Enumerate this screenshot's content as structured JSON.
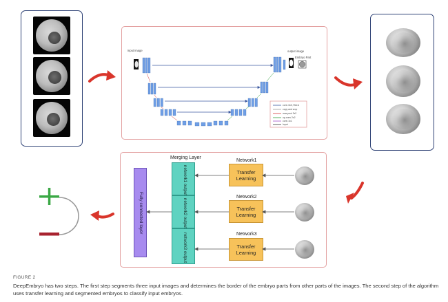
{
  "figure": {
    "label": "FIGURE 2",
    "caption": "DeepEmbryo has two steps. The first step segments three input images and determines the border of the embryo parts from other parts of the images. The second step of the algorithm uses transfer learning and segmented embryos to classify input embryos."
  },
  "unet": {
    "input_label": "input image",
    "output_label": "output image",
    "embryo_part_label": "Embryo Part",
    "legend": [
      "conv 3x3, ReLU",
      "copy and crop",
      "max pool 2x2",
      "up-conv 2x2",
      "conv 1x1",
      "Input"
    ]
  },
  "classifier": {
    "merging_layer_label": "Merging Layer",
    "networks": [
      {
        "name": "Network1",
        "box": "Transfer Learning",
        "merge_text": "network1 output"
      },
      {
        "name": "Network2",
        "box": "Transfer Learning",
        "merge_text": "network2 output"
      },
      {
        "name": "Network3",
        "box": "Transfer Learning",
        "merge_text": "network3 output"
      }
    ],
    "fc_label": "Fully connected layer"
  },
  "result": {
    "positive_symbol": "+",
    "negative_symbol": "−"
  },
  "colors": {
    "blue_border": "#2b3f73",
    "pink_border": "#e3a0a0",
    "arrow_red": "#d9352b",
    "positive_green": "#3aa845",
    "negative_red": "#a8232f",
    "transfer_box": "#f7c25a",
    "merge_layer": "#5fd3c1",
    "fc_layer": "#a78bef"
  }
}
